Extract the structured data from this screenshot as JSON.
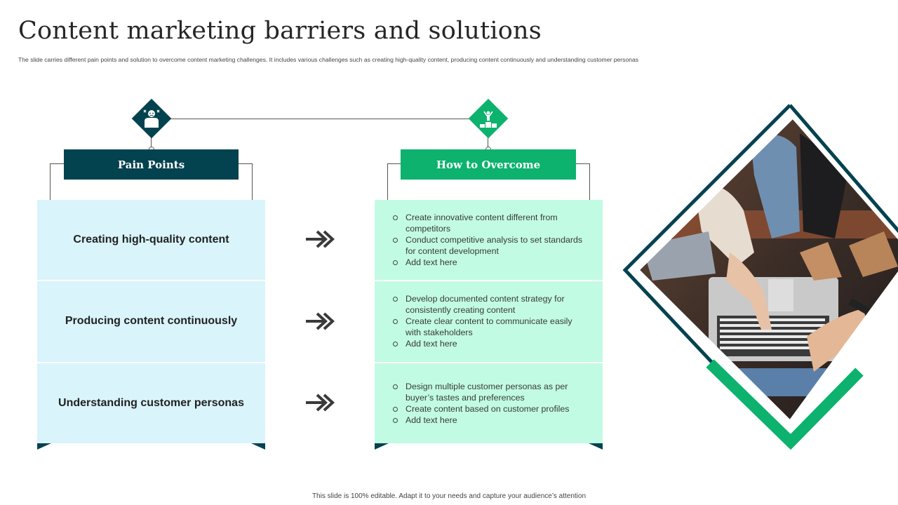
{
  "title": "Content marketing barriers and solutions",
  "subtitle": "The slide carries different pain points and solution to overcome content marketing challenges. It includes various challenges such as creating high-quality content, producing content continuously and understanding customer personas",
  "colors": {
    "dark_teal": "#03424f",
    "green": "#0cb26d",
    "pain_bg": "#d9f4fa",
    "solution_bg": "#c1fbe3"
  },
  "pain_points": {
    "header": "Pain Points",
    "icon": "stressed-person-icon",
    "items": [
      "Creating high-quality content",
      "Producing content continuously",
      "Understanding customer personas"
    ]
  },
  "solutions": {
    "header": "How to Overcome",
    "icon": "winner-podium-icon",
    "items": [
      [
        "Create innovative  content different from competitors",
        "Conduct competitive analysis to set standards for content development",
        "Add text here"
      ],
      [
        "Develop documented content strategy for consistently creating content",
        "Create clear content to communicate easily with stakeholders",
        "Add text here"
      ],
      [
        "Design multiple customer personas as per buyer’s tastes and preferences",
        "Create content based on customer profiles",
        "Add text here"
      ]
    ]
  },
  "footer": "This slide is 100% editable. Adapt it to your needs and capture your audience’s attention"
}
